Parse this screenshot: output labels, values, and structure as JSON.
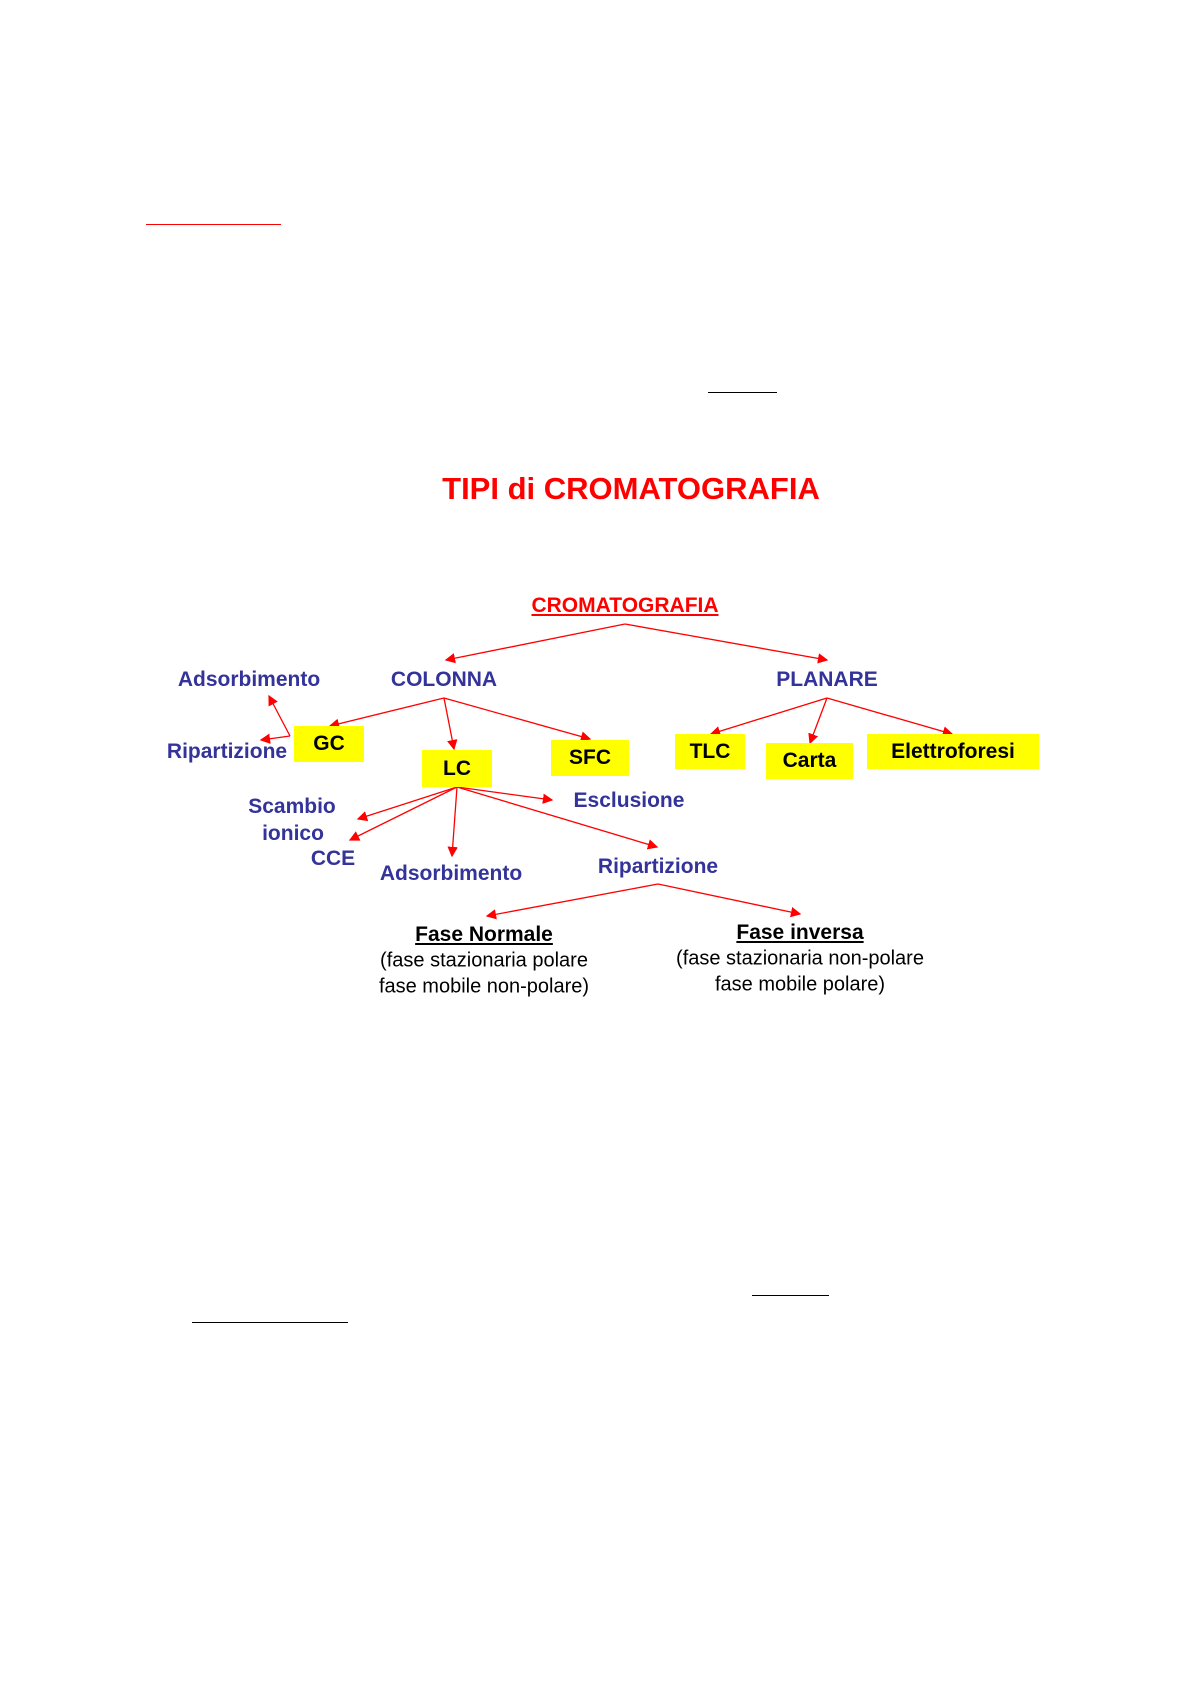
{
  "title": "TIPI di CROMATOGRAFIA",
  "diagram": {
    "root": "CROMATOGRAFIA",
    "colonna": "COLONNA",
    "planare": "PLANARE",
    "gc": "GC",
    "gc_children": [
      "Adsorbimento",
      "Ripartizione"
    ],
    "lc": "LC",
    "sfc": "SFC",
    "lc_children": {
      "scambio": "Scambio",
      "ionico": "ionico",
      "cce": "CCE",
      "adsorbimento": "Adsorbimento",
      "esclusione": "Esclusione",
      "ripartizione": "Ripartizione"
    },
    "tlc": "TLC",
    "carta": "Carta",
    "elettroforesi": "Elettroforesi",
    "fase_normale": {
      "label": "Fase Normale",
      "line1": "(fase stazionaria polare",
      "line2": "fase mobile non-polare)"
    },
    "fase_inversa": {
      "label": "Fase inversa",
      "line1": "(fase stazionaria non-polare",
      "line2": "fase mobile polare)"
    }
  },
  "colors": {
    "title": "#ff0000",
    "node": "#333399",
    "highlight": "#ffff00",
    "arrow": "#ff0000"
  }
}
